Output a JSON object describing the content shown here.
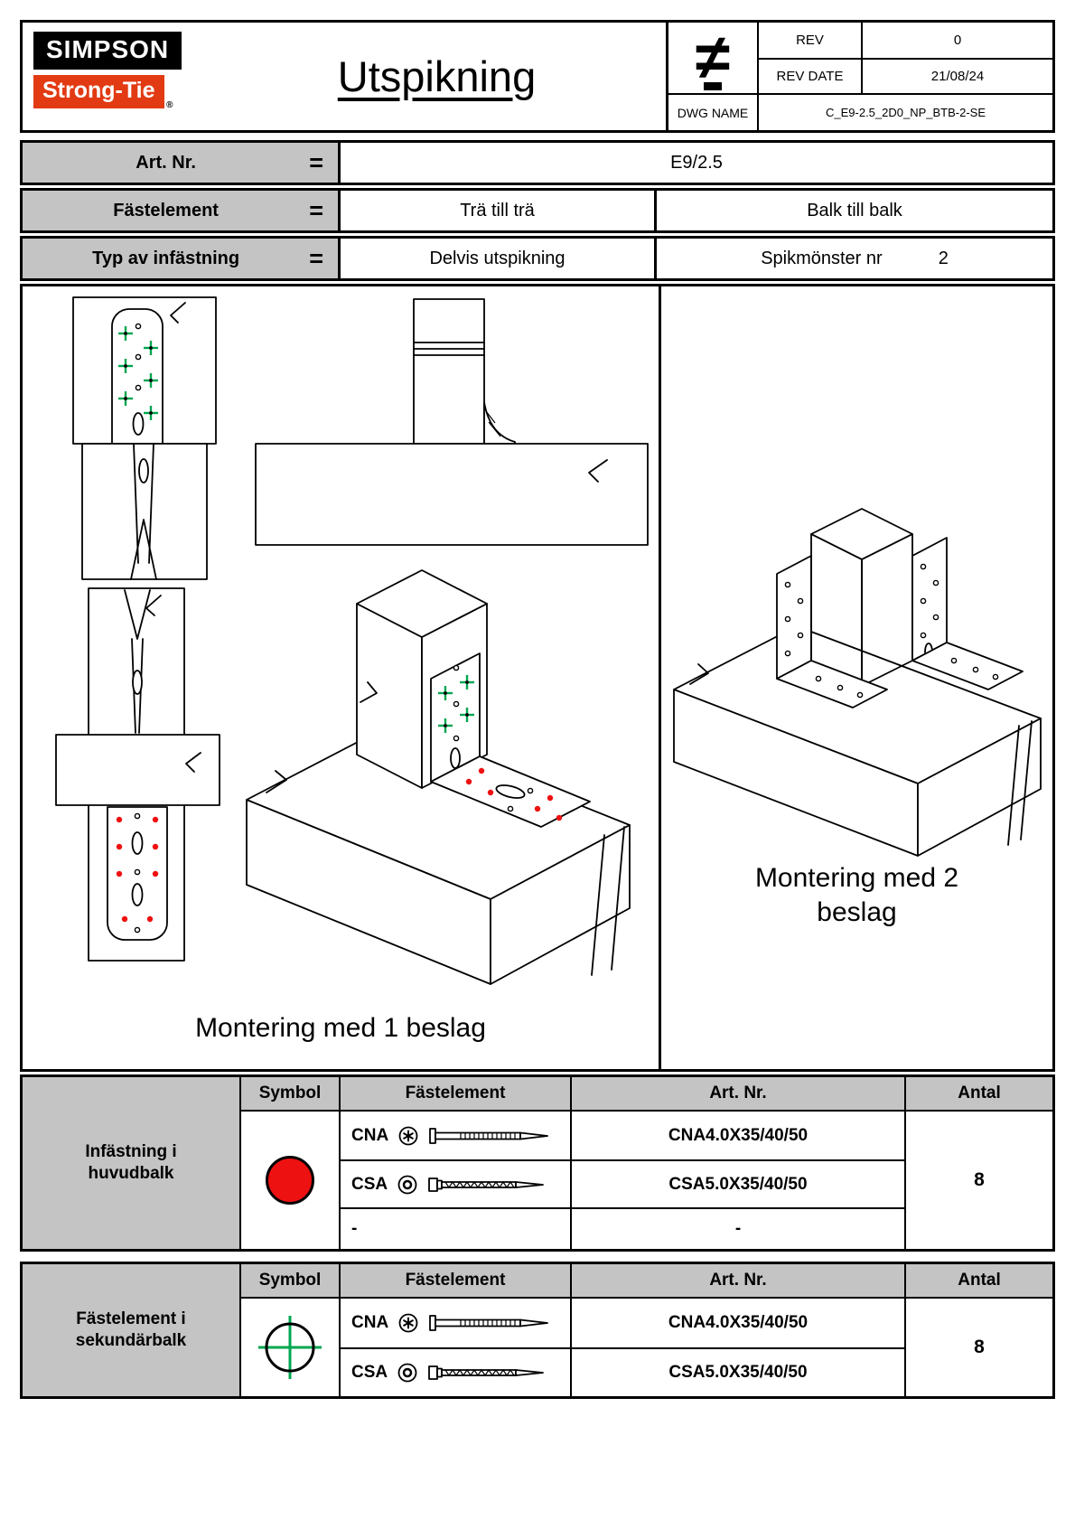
{
  "colors": {
    "logo_red": "#e23a12",
    "symbol_red": "#ee1111",
    "cross_green": "#00a650",
    "header_gray": "#c4c4c4"
  },
  "header": {
    "logo_line1": "SIMPSON",
    "logo_line2": "Strong-Tie",
    "logo_registered": "®",
    "title": "Utspikning",
    "title_block": {
      "not_equal_symbol": "≠",
      "rev_label": "REV",
      "rev_value": "0",
      "rev_date_label": "REV DATE",
      "rev_date_value": "21/08/24",
      "dwg_label": "DWG NAME",
      "dwg_value": "C_E9-2.5_2D0_NP_BTB-2-SE"
    }
  },
  "spec": {
    "rows": [
      {
        "label": "Art. Nr.",
        "eq": "=",
        "value": "E9/2.5"
      },
      {
        "label": "Fästelement",
        "eq": "=",
        "left": "Trä till trä",
        "right": "Balk till balk"
      },
      {
        "label": "Typ av infästning",
        "eq": "=",
        "left": "Delvis utspikning",
        "right_label": "Spikmönster nr",
        "right_value": "2"
      }
    ]
  },
  "drawings": {
    "caption_one": "Montering med 1 beslag",
    "caption_two": "Montering med 2 beslag"
  },
  "tables": [
    {
      "label": "Infästning i huvudbalk",
      "headers": {
        "symbol": "Symbol",
        "fastener": "Fästelement",
        "artnr": "Art. Nr.",
        "qty": "Antal"
      },
      "symbol_icon": "red-filled-circle",
      "rows": [
        {
          "name": "CNA",
          "icon": "torx-drive-icon",
          "fastener_icon": "ring-shank-nail",
          "artnr": "CNA4.0X35/40/50"
        },
        {
          "name": "CSA",
          "icon": "round-drive-icon",
          "fastener_icon": "wood-screw",
          "artnr": "CSA5.0X35/40/50"
        },
        {
          "name": "-",
          "artnr": "-"
        }
      ],
      "qty": "8"
    },
    {
      "label": "Fästelement i sekundärbalk",
      "headers": {
        "symbol": "Symbol",
        "fastener": "Fästelement",
        "artnr": "Art. Nr.",
        "qty": "Antal"
      },
      "symbol_icon": "green-crosshair-circle",
      "rows": [
        {
          "name": "CNA",
          "icon": "torx-drive-icon",
          "fastener_icon": "ring-shank-nail",
          "artnr": "CNA4.0X35/40/50"
        },
        {
          "name": "CSA",
          "icon": "round-drive-icon",
          "fastener_icon": "wood-screw",
          "artnr": "CSA5.0X35/40/50"
        }
      ],
      "qty": "8"
    }
  ]
}
